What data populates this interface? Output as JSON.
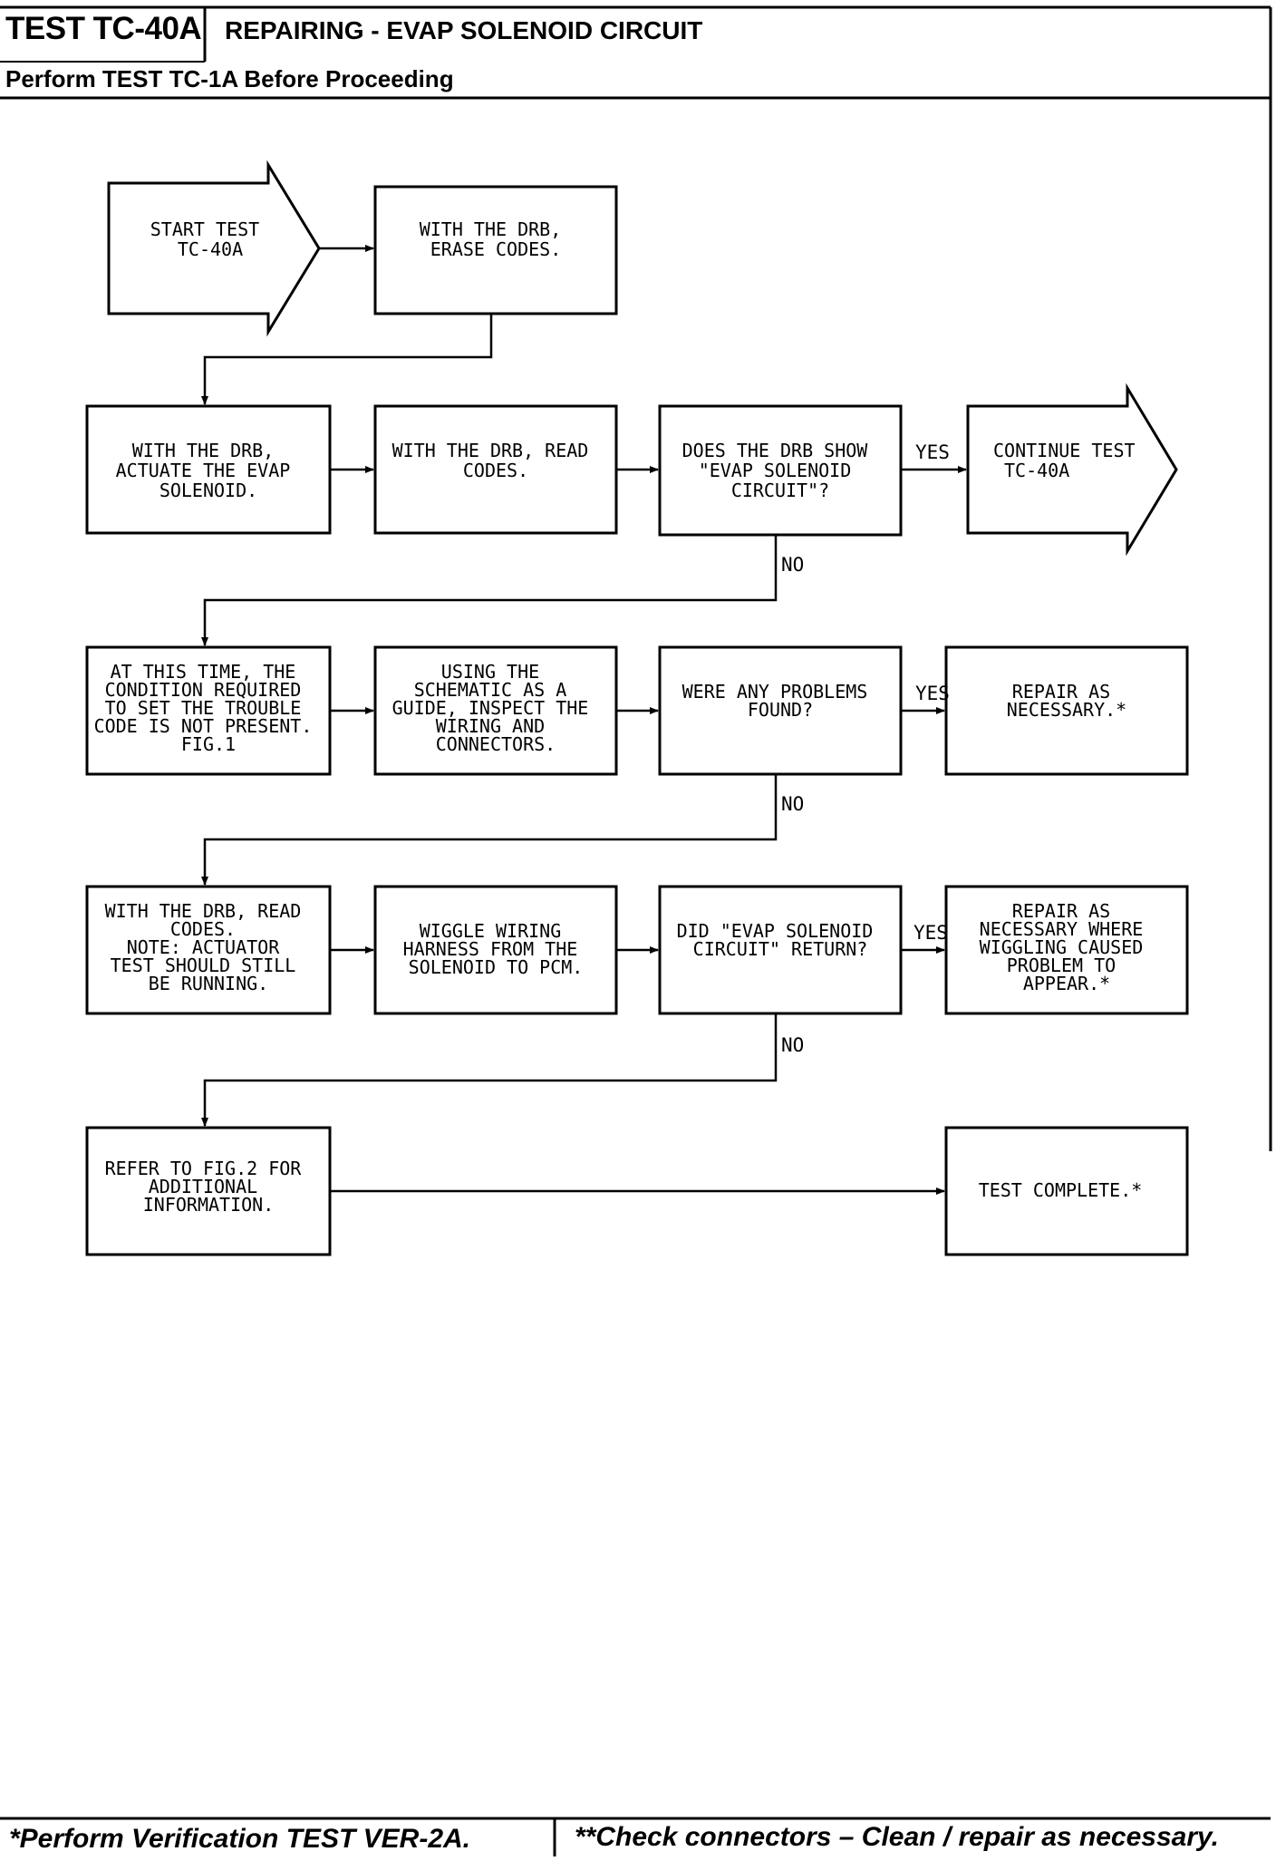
{
  "header": {
    "test_id": "TEST TC-40A",
    "title": "REPAIRING - EVAP SOLENOID CIRCUIT",
    "subtitle": "Perform TEST TC-1A Before Proceeding"
  },
  "flowchart": {
    "nodes": [
      {
        "id": "start",
        "lines": [
          "START TEST",
          "TC-40A"
        ]
      },
      {
        "id": "erase",
        "lines": [
          "WITH THE DRB,",
          "ERASE CODES."
        ]
      },
      {
        "id": "actuate",
        "lines": [
          "WITH THE DRB,",
          "ACTUATE THE EVAP",
          "SOLENOID."
        ]
      },
      {
        "id": "read1",
        "lines": [
          "WITH THE DRB, READ",
          "CODES."
        ]
      },
      {
        "id": "q1",
        "lines": [
          "DOES THE DRB SHOW",
          "\"EVAP SOLENOID",
          "CIRCUIT\"?"
        ]
      },
      {
        "id": "cont",
        "lines": [
          "CONTINUE TEST",
          "TC-40A"
        ]
      },
      {
        "id": "atthis",
        "lines": [
          "AT THIS TIME, THE",
          "CONDITION REQUIRED",
          "TO SET THE TROUBLE",
          "CODE IS NOT PRESENT.",
          "FIG.1"
        ]
      },
      {
        "id": "using",
        "lines": [
          "USING THE",
          "SCHEMATIC AS A",
          "GUIDE, INSPECT THE",
          "WIRING AND",
          "CONNECTORS."
        ]
      },
      {
        "id": "q2",
        "lines": [
          "WERE ANY PROBLEMS",
          "FOUND?"
        ]
      },
      {
        "id": "repair1",
        "lines": [
          "REPAIR AS",
          "NECESSARY.*"
        ]
      },
      {
        "id": "read2",
        "lines": [
          "WITH THE DRB, READ",
          "CODES.",
          "NOTE: ACTUATOR",
          "TEST SHOULD STILL",
          "BE RUNNING."
        ]
      },
      {
        "id": "wiggle",
        "lines": [
          "WIGGLE WIRING",
          "HARNESS FROM THE",
          "SOLENOID TO PCM."
        ]
      },
      {
        "id": "q3",
        "lines": [
          "DID \"EVAP SOLENOID",
          "CIRCUIT\" RETURN?"
        ]
      },
      {
        "id": "repair2",
        "lines": [
          "REPAIR AS",
          "NECESSARY WHERE",
          "WIGGLING CAUSED",
          "PROBLEM TO",
          "APPEAR.*"
        ]
      },
      {
        "id": "refer",
        "lines": [
          "REFER TO FIG.2 FOR",
          "ADDITIONAL",
          "INFORMATION."
        ]
      },
      {
        "id": "complete",
        "lines": [
          "TEST COMPLETE.*"
        ]
      }
    ],
    "edge_labels": {
      "yes": "YES",
      "no": "NO"
    }
  },
  "footer": {
    "left": "*Perform Verification TEST VER-2A.",
    "right": "**Check connectors – Clean / repair as necessary."
  }
}
